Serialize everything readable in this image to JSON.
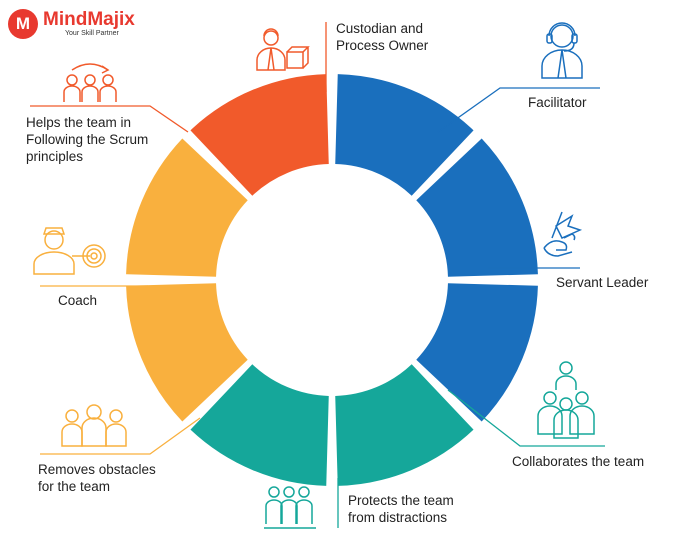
{
  "brand": {
    "logo_letter": "M",
    "name": "MindMajix",
    "tagline": "Your Skill Partner",
    "color": "#e8392f"
  },
  "segments": [
    {
      "key": "custodian",
      "label_lines": [
        "Custodian and",
        "Process Owner"
      ],
      "color": "#1a6fbd",
      "icon": "person-with-box-icon"
    },
    {
      "key": "facilitator",
      "label_lines": [
        "Facilitator"
      ],
      "color": "#1a6fbd",
      "icon": "headset-person-icon"
    },
    {
      "key": "servant",
      "label_lines": [
        "Servant Leader"
      ],
      "color": "#1a6fbd",
      "icon": "hand-holding-flag-icon"
    },
    {
      "key": "collaborates",
      "label_lines": [
        "Collaborates the team"
      ],
      "color": "#15a79a",
      "icon": "team-pyramid-icon"
    },
    {
      "key": "protects",
      "label_lines": [
        "Protects the team",
        "from distractions"
      ],
      "color": "#15a79a",
      "icon": "team-group-icon"
    },
    {
      "key": "removes",
      "label_lines": [
        "Removes obstacles",
        "for the team"
      ],
      "color": "#f9b03e",
      "icon": "team-leader-icon"
    },
    {
      "key": "coach",
      "label_lines": [
        "Coach"
      ],
      "color": "#f9b03e",
      "icon": "coach-target-icon"
    },
    {
      "key": "helps",
      "label_lines": [
        "Helps the team in",
        "Following the Scrum",
        "principles"
      ],
      "color": "#f15a2b",
      "icon": "scrum-team-icon"
    }
  ],
  "colors": {
    "blue": "#1a6fbd",
    "teal": "#15a79a",
    "yellow": "#f9b03e",
    "orange": "#f15a2b",
    "text": "#222222"
  }
}
